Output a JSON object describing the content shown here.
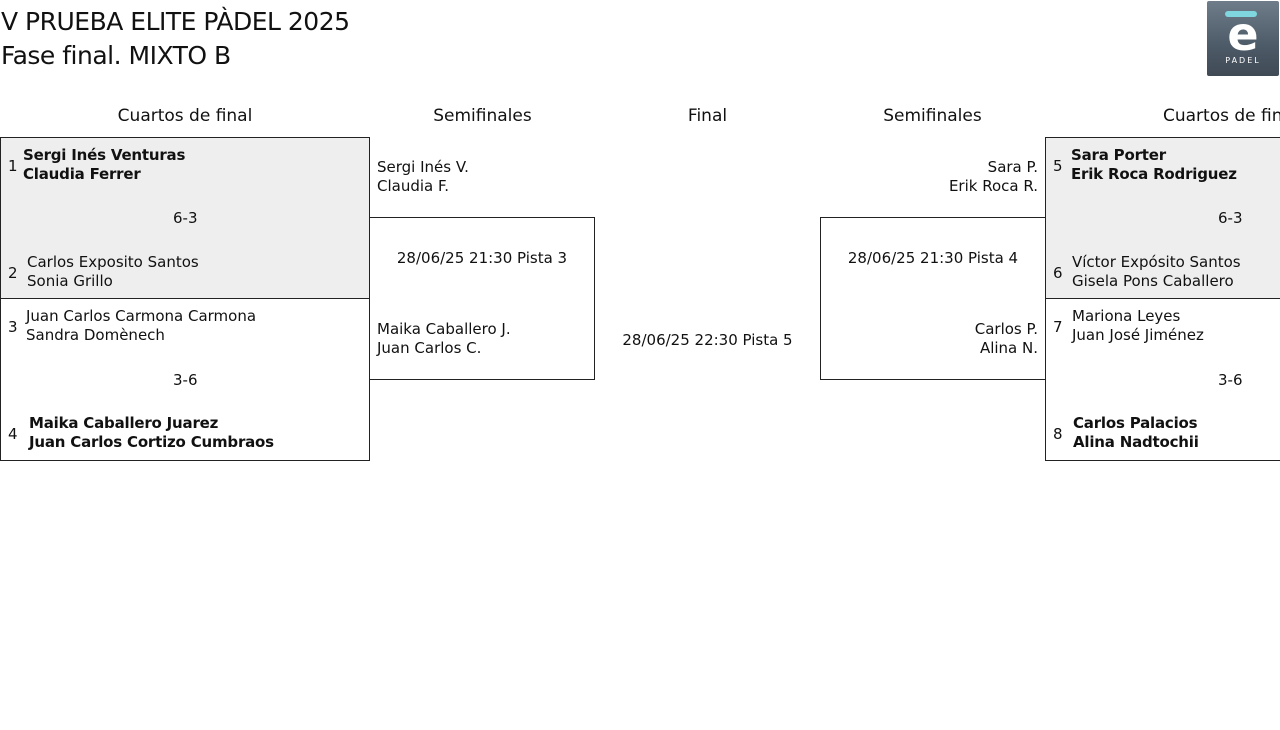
{
  "header": {
    "title": "V PRUEBA ELITE PÀDEL 2025",
    "subtitle": "Fase final. MIXTO B",
    "logo_letter": "e",
    "logo_word": "PADEL"
  },
  "rounds": {
    "qf_left": "Cuartos de final",
    "sf_left": "Semifinales",
    "final": "Final",
    "sf_right": "Semifinales",
    "qf_right": "Cuartos de fin"
  },
  "left_qf": [
    {
      "top": {
        "seed": "1",
        "p1": "Sergi Inés Venturas",
        "p2": "Claudia Ferrer"
      },
      "score": "6-3",
      "bottom": {
        "seed": "2",
        "p1": "Carlos Exposito Santos",
        "p2": "Sonia Grillo"
      }
    },
    {
      "top": {
        "seed": "3",
        "p1": "Juan Carlos Carmona Carmona",
        "p2": "Sandra Domènech"
      },
      "score": "3-6",
      "bottom": {
        "seed": "4",
        "p1": "Maika Caballero Juarez",
        "p2": "Juan Carlos Cortizo Cumbraos"
      }
    }
  ],
  "left_sf": {
    "top": {
      "p1": "Sergi Inés V.",
      "p2": "Claudia F."
    },
    "schedule": "28/06/25 21:30 Pista 3",
    "bottom": {
      "p1": "Maika Caballero J.",
      "p2": "Juan Carlos C."
    }
  },
  "final": {
    "schedule": "28/06/25 22:30 Pista 5"
  },
  "right_sf": {
    "top": {
      "p1": "Sara P.",
      "p2": "Erik Roca R."
    },
    "schedule": "28/06/25 21:30 Pista 4",
    "bottom": {
      "p1": "Carlos P.",
      "p2": "Alina N."
    }
  },
  "right_qf": [
    {
      "top": {
        "seed": "5",
        "p1": "Sara Porter",
        "p2": "Erik Roca Rodriguez"
      },
      "score": "6-3",
      "bottom": {
        "seed": "6",
        "p1": "Víctor Expósito Santos",
        "p2": "Gisela Pons Caballero"
      }
    },
    {
      "top": {
        "seed": "7",
        "p1": "Mariona Leyes",
        "p2": "Juan José Jiménez"
      },
      "score": "3-6",
      "bottom": {
        "seed": "8",
        "p1": "Carlos Palacios",
        "p2": "Alina Nadtochii"
      }
    }
  ],
  "colors": {
    "shaded": "#eeeeee",
    "border": "#222222",
    "logo": "#4d5a67",
    "logo_accent": "#7fd6df"
  }
}
